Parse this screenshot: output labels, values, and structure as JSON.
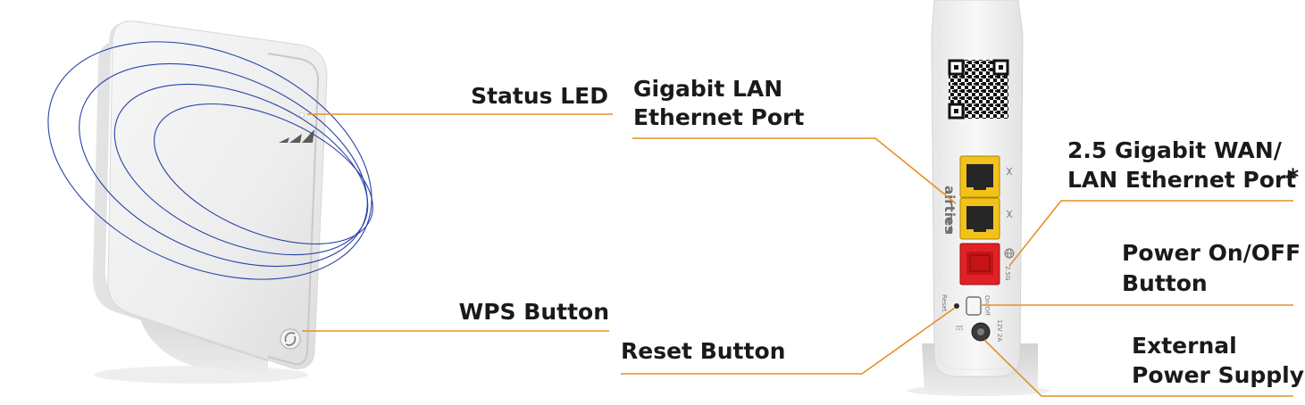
{
  "labels": {
    "status_led": "Status LED",
    "wps_button": "WPS Button",
    "lan_port_line1": "Gigabit LAN",
    "lan_port_line2": "Ethernet Port",
    "reset_button": "Reset Button",
    "wan_port_line1": "2.5 Gigabit WAN/",
    "wan_port_line2": "LAN Ethernet Port",
    "wan_port_asterisk": "*",
    "power_button_line1": "Power On/OFF",
    "power_button_line2": "Button",
    "power_supply_line1": "External",
    "power_supply_line2": "Power Supply"
  },
  "device_markings": {
    "brand": "airties",
    "wan_port_marking": "2.5G",
    "power_switch_marking": "On/Off",
    "reset_marking": "Reset",
    "power_rating": "12V 2A"
  },
  "colors": {
    "leader_line": "#e58f27",
    "wifi_waves": "#2a43a8",
    "lan_port": "#f2c21b",
    "wan_port": "#e02226"
  }
}
